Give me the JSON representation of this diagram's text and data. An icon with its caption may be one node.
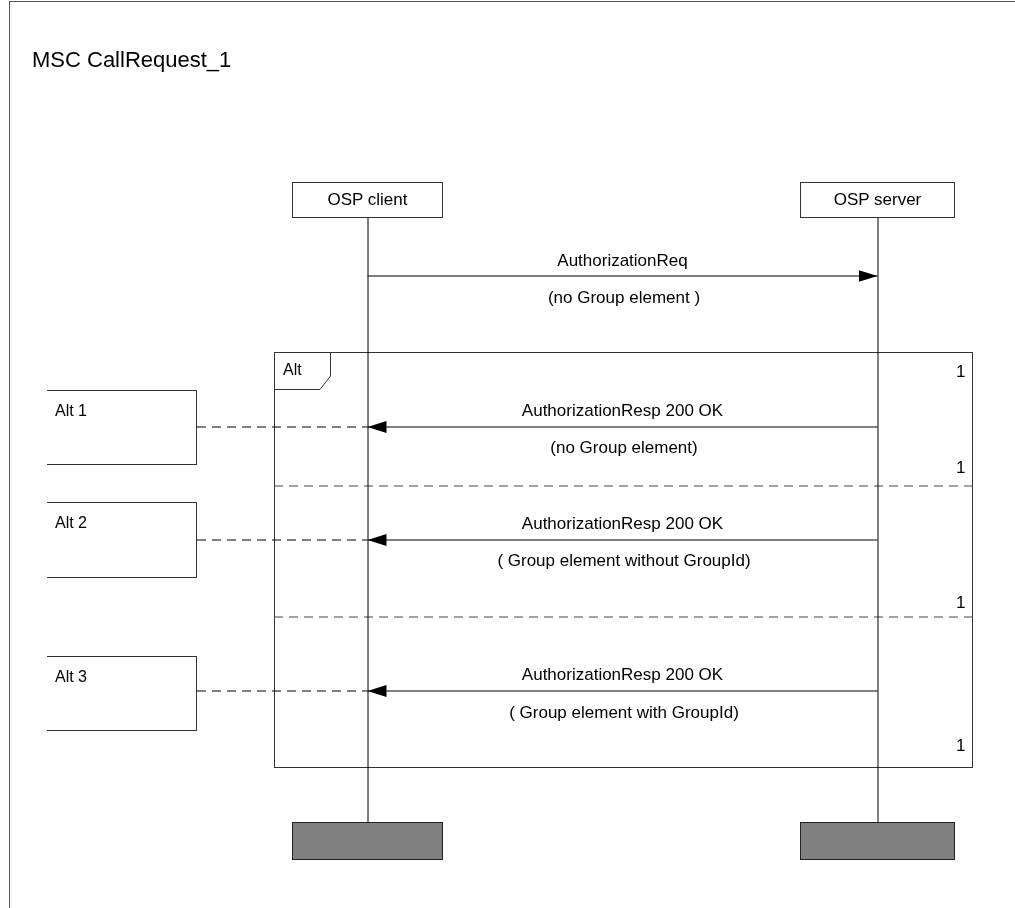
{
  "diagram": {
    "title": "MSC CallRequest_1",
    "nodes": [
      {
        "text": [
          "OSP client"
        ]
      },
      {
        "text": [
          "OSP server"
        ]
      },
      {
        "text": [
          "Alt"
        ]
      },
      {
        "text": [
          "Alt 1"
        ]
      },
      {
        "text": [
          "Alt 2"
        ]
      },
      {
        "text": [
          "Alt 3"
        ]
      },
      {
        "text": [],
        "shape": "bar"
      },
      {
        "text": [],
        "shape": "bar"
      }
    ],
    "edges": [
      {
        "from": 0,
        "to": 1,
        "arrow": "to",
        "label": "AuthorizationReq"
      },
      {
        "from": 1,
        "to": 0,
        "arrow": "to",
        "label": "AuthorizationResp 200 OK"
      },
      {
        "from": 3,
        "to": 0,
        "arrow": "none",
        "style": "dashed"
      },
      {
        "from": 1,
        "to": 0,
        "arrow": "to",
        "label": "AuthorizationResp 200 OK"
      },
      {
        "from": 4,
        "to": 0,
        "arrow": "none",
        "style": "dashed"
      },
      {
        "from": 1,
        "to": 0,
        "arrow": "to",
        "label": "AuthorizationResp 200 OK"
      },
      {
        "from": 5,
        "to": 0,
        "arrow": "none",
        "style": "dashed"
      }
    ],
    "labels": [
      "(no Group element )",
      "1",
      "(no Group element)",
      "1",
      "( Group element without GroupId)",
      "1",
      "( Group element with GroupId)",
      "1"
    ]
  }
}
